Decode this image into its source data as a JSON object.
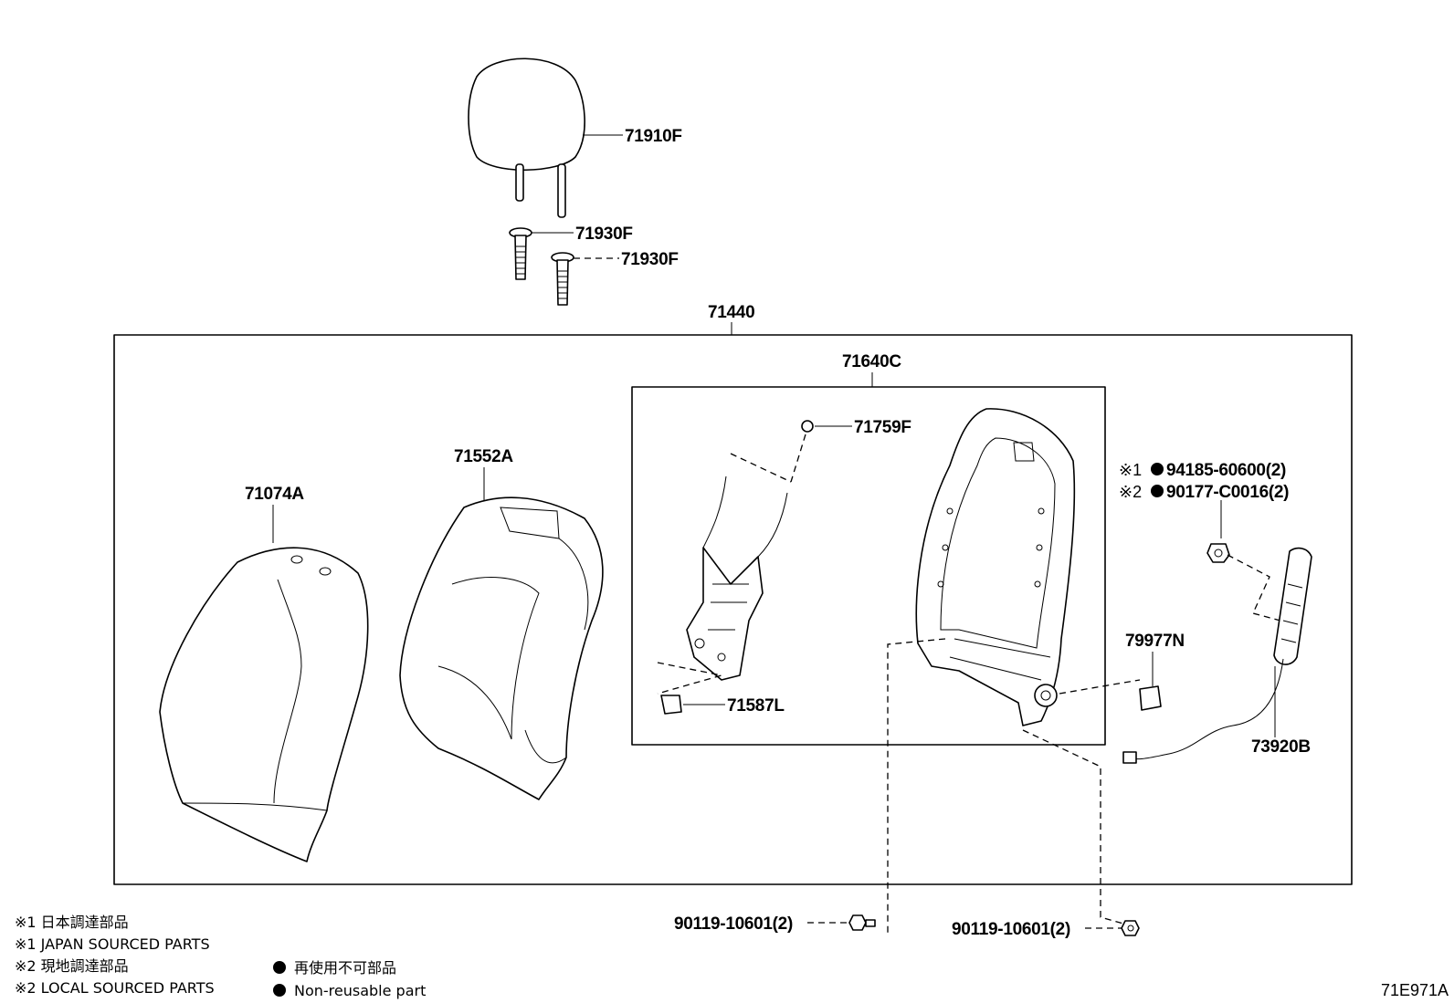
{
  "labels": {
    "headrest": "71910F",
    "support_1": "71930F",
    "support_2": "71930F",
    "assembly": "71440",
    "pad": "71074A",
    "cover": "71552A",
    "frame_assy": "71640C",
    "nut": "71759F",
    "clip": "71587L",
    "sticker": "79977N",
    "airbag": "73920B",
    "nut_japan": "94185-60600(2)",
    "nut_local": "90177-C0016(2)",
    "bolt_left": "90119-10601(2)",
    "bolt_right": "90119-10601(2)"
  },
  "markers": {
    "nut_japan": "※1",
    "nut_local": "※2"
  },
  "notes": [
    "※1 日本調達部品",
    "※1 JAPAN SOURCED PARTS",
    "※2 現地調達部品",
    "※2 LOCAL SOURCED PARTS"
  ],
  "legend": [
    "再使用不可部品",
    "Non-reusable part"
  ],
  "drawing_code": "71E971A"
}
